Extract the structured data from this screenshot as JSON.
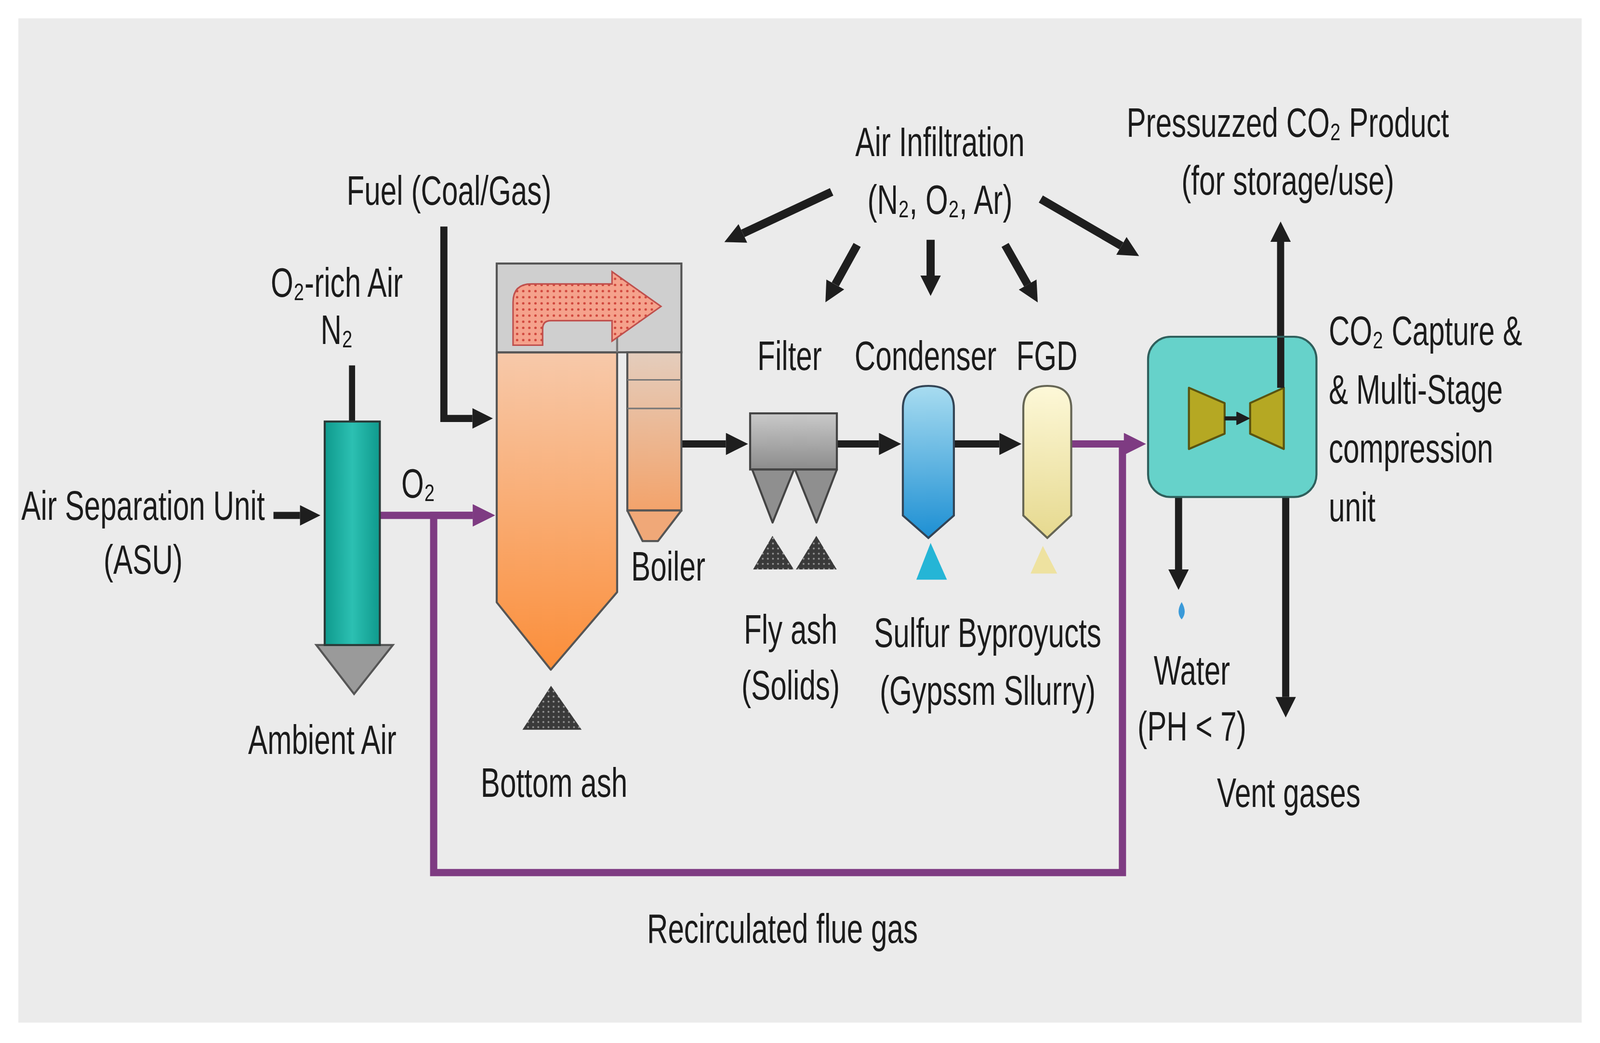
{
  "diagram": {
    "nodes": [
      {
        "text": [
          "Air Separation Unit (ASU)"
        ]
      },
      {
        "text": [
          "Boiler"
        ]
      },
      {
        "text": [
          "Filter"
        ]
      },
      {
        "text": [
          "Condenser"
        ]
      },
      {
        "text": [
          "FGD"
        ]
      },
      {
        "text": [
          "CO₂ Capture & & Multi-Stage compression unit"
        ]
      }
    ],
    "edges": [
      {
        "from": 0,
        "to": 1,
        "arrow": "to",
        "label": "O₂"
      },
      {
        "from": 1,
        "to": 2,
        "arrow": "to"
      },
      {
        "from": 2,
        "to": 3,
        "arrow": "to"
      },
      {
        "from": 3,
        "to": 4,
        "arrow": "to"
      },
      {
        "from": 4,
        "to": 5,
        "arrow": "to"
      },
      {
        "from": 4,
        "to": 1,
        "arrow": "to",
        "label": "Recirculated flue gas"
      }
    ],
    "labels": [
      "Fuel (Coal/Gas)",
      "O₂-rich Air N₂",
      "Ambient Air",
      "Bottom ash",
      "Air Infiltration (N₂, O₂, Ar)",
      "Fly ash (Solids)",
      "Sulfur Byproyucts (Gypssm Sllurry)",
      "Water (PH < 7)",
      "Pressuzzed CO₂ Product (for storage/use)",
      "Vent gases"
    ]
  }
}
